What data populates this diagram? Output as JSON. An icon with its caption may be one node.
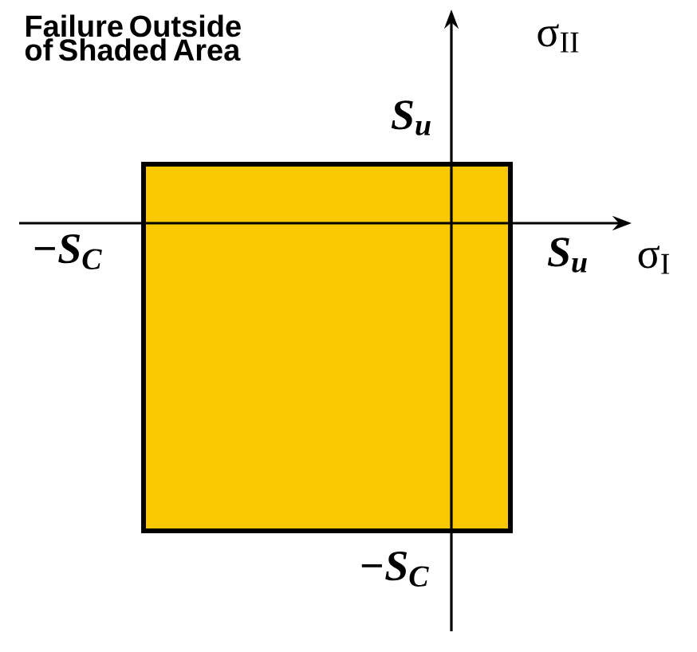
{
  "diagram": {
    "labels": [
      "Failure Outside of Shaded Area",
      "σ$_{II}$",
      "S$_{u}$",
      "−S$_{C}$",
      "S$_{u}$",
      "σ$_{I}$",
      "−S$_{C}$"
    ]
  }
}
